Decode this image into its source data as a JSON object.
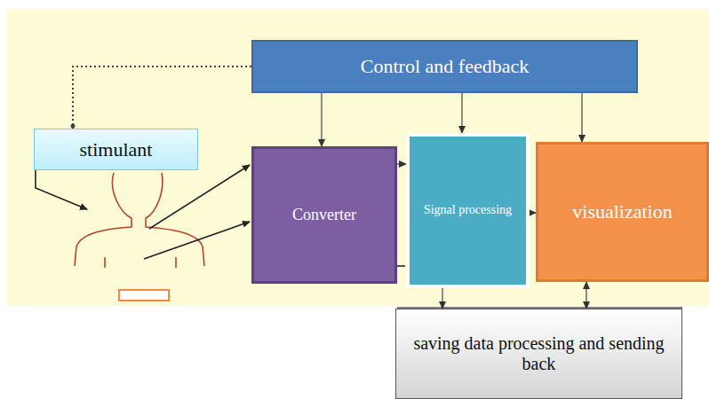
{
  "diagram": {
    "nodes": [
      {
        "text": [
          "Control and feedback"
        ]
      },
      {
        "text": [
          "stimulant"
        ]
      },
      {
        "text": [
          "Converter"
        ]
      },
      {
        "text": [
          "Signal processing"
        ]
      },
      {
        "text": [
          "visualization"
        ]
      },
      {
        "text": [
          "saving data processing and sending back"
        ]
      }
    ],
    "edges": [
      {
        "from": 0,
        "to": 1,
        "arrow": "none"
      },
      {
        "from": 0,
        "to": 2,
        "arrow": "to"
      },
      {
        "from": 0,
        "to": 3,
        "arrow": "to"
      },
      {
        "from": 0,
        "to": 4,
        "arrow": "to"
      },
      {
        "from": 2,
        "to": 3,
        "arrow": "to"
      },
      {
        "from": 3,
        "to": 4,
        "arrow": "to"
      },
      {
        "from": 3,
        "to": 5,
        "arrow": "to"
      },
      {
        "from": 4,
        "to": 5,
        "arrow": "both"
      }
    ]
  }
}
